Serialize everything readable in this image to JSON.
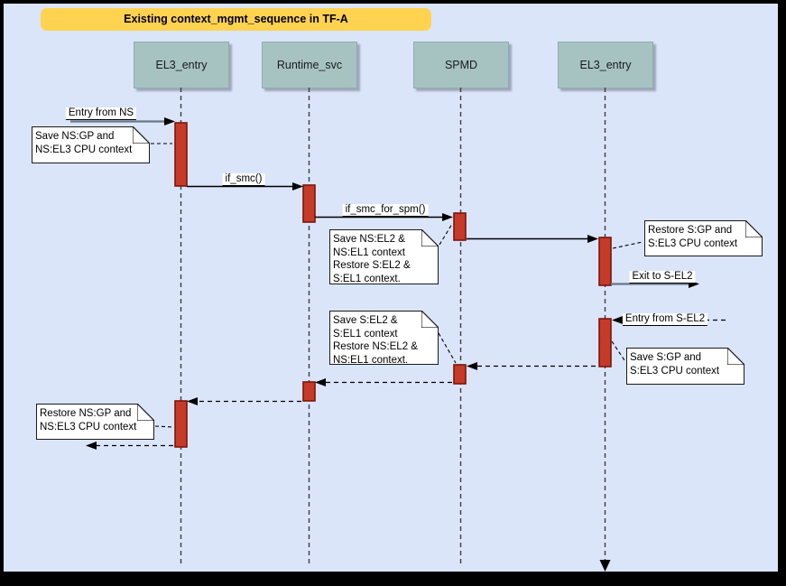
{
  "title": "Existing context_mgmt_sequence in TF-A",
  "lifelines": [
    {
      "name": "EL3_entry"
    },
    {
      "name": "Runtime_svc"
    },
    {
      "name": "SPMD"
    },
    {
      "name": "EL3_entry"
    }
  ],
  "messages": {
    "entry_from_ns": "Entry from NS",
    "if_smc": "if_smc()",
    "if_smc_for_spm": "if_smc_for_spm()",
    "exit_to_s_el2": "Exit to S-EL2",
    "entry_from_s_el2": "Entry from S-EL2"
  },
  "notes": {
    "save_ns_gp": "Save NS:GP and\nNS:EL3 CPU context",
    "save_ns_el2": "Save NS:EL2 &\nNS:EL1 context\nRestore S:EL2 &\nS:EL1 context.",
    "restore_s_gp": "Restore S:GP and\nS:EL3 CPU context",
    "save_s_el2": "Save S:EL2 &\nS:EL1 context\nRestore NS:EL2 &\nNS:EL1 context.",
    "save_s_gp": "Save S:GP and\nS:EL3 CPU context",
    "restore_ns_gp": "Restore NS:GP and\nNS:EL3 CPU context"
  },
  "colors": {
    "background": "#dbe5fa",
    "frame": "#000000",
    "title_bg": "#ffd24f",
    "lifeline_header_bg": "#a6c3c2",
    "activation_fill": "#c43c29",
    "activation_stroke": "#7e150a",
    "note_bg": "#ffffff",
    "entry_exit_arrow": "#66788a",
    "message_arrow": "#000000"
  }
}
